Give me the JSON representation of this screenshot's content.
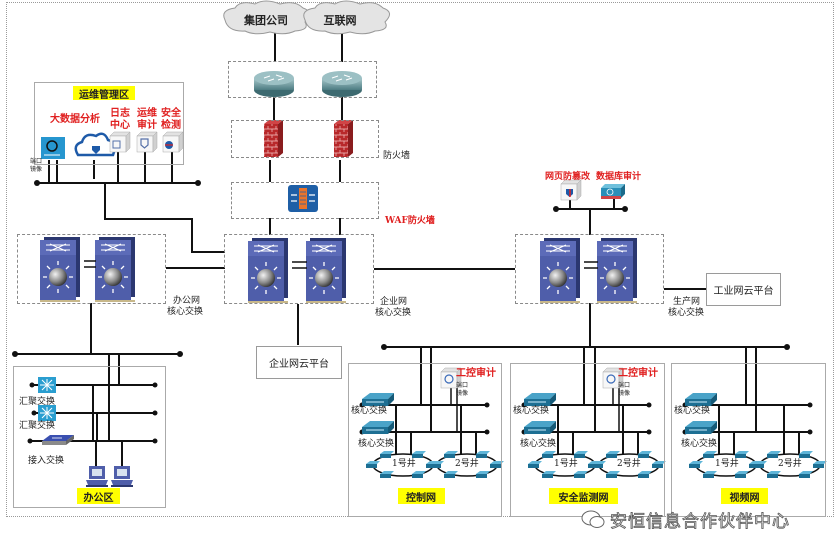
{
  "diagram": {
    "external": {
      "clouds": [
        {
          "id": "group-company",
          "label": "集团公司"
        },
        {
          "id": "internet",
          "label": "互联网"
        }
      ]
    },
    "perimeter": {
      "firewall_label": "防火墙",
      "waf_label": "WAF防火墙"
    },
    "ops_zone": {
      "title": "运维管理区",
      "items": [
        {
          "id": "big-data",
          "label": "大数据分析"
        },
        {
          "id": "cloud-sec",
          "label": ""
        },
        {
          "id": "log-center",
          "label": "日志\n中心",
          "line1": "日志",
          "line2": "中心"
        },
        {
          "id": "ops-audit",
          "label": "运维\n审计",
          "line1": "运维",
          "line2": "审计"
        },
        {
          "id": "sec-detect",
          "label": "安全\n检测",
          "line1": "安全",
          "line2": "检测"
        }
      ],
      "mirror_label_1": "端口",
      "mirror_label_2": "镜像"
    },
    "core_switches": {
      "office": {
        "line1": "办公网",
        "line2": "核心交换"
      },
      "enterprise": {
        "line1": "企业网",
        "line2": "核心交换"
      },
      "production": {
        "line1": "生产网",
        "line2": "核心交换"
      }
    },
    "prod_security": {
      "web_tamper": "网页防篡改",
      "db_audit": "数据库审计"
    },
    "platforms": {
      "enterprise_cloud": "企业网云平台",
      "industrial_cloud": "工业网云平台"
    },
    "office_zone": {
      "title": "办公区",
      "agg_switch_1": "汇聚交换",
      "agg_switch_2": "汇聚交换",
      "access_switch": "接入交换"
    },
    "production_zones": [
      {
        "title": "控制网",
        "core1": "核心交换",
        "core2": "核心交换",
        "ring1": "1号井",
        "ring2": "2号井",
        "audit": "工控审计",
        "mirror1": "端口",
        "mirror2": "镜像"
      },
      {
        "title": "安全监测网",
        "core1": "核心交换",
        "core2": "核心交换",
        "ring1": "1号井",
        "ring2": "2号井",
        "audit": "工控审计",
        "mirror1": "端口",
        "mirror2": "镜像"
      },
      {
        "title": "视频网",
        "core1": "核心交换",
        "core2": "核心交换",
        "ring1": "1号井",
        "ring2": "2号井"
      }
    ],
    "watermark": "安恒信息合作伙伴中心",
    "colors": {
      "switch_blue": "#4a5aa8",
      "firewall_red": "#b8282a",
      "router_teal": "#5f8f95",
      "label_red": "#e02020",
      "highlight_yellow": "#ffff00"
    }
  }
}
